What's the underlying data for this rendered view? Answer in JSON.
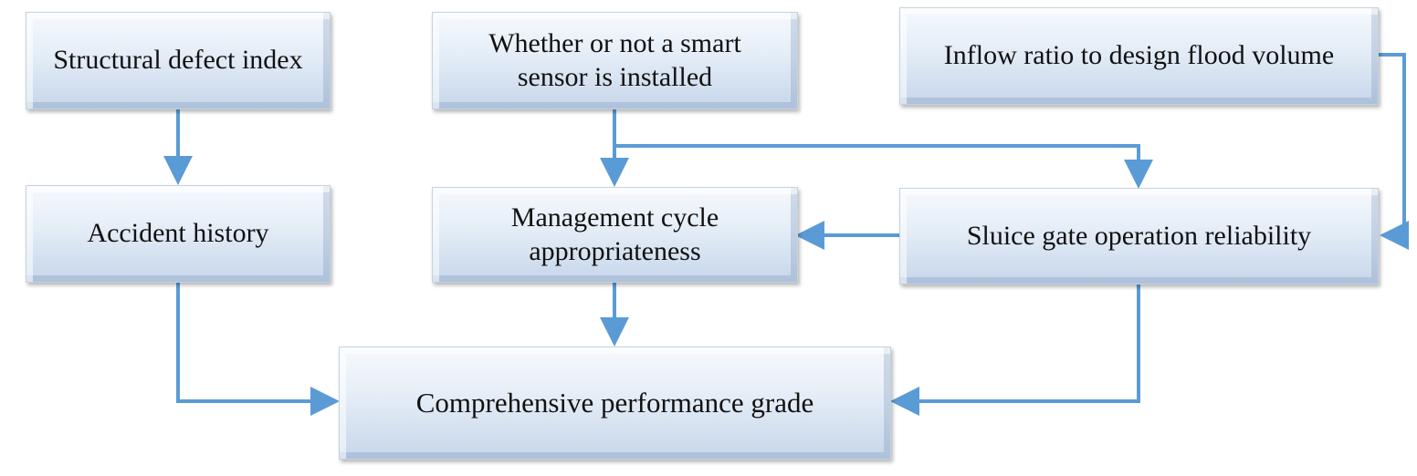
{
  "diagram": {
    "nodes": {
      "structural_defect": "Structural defect index",
      "smart_sensor_line1": "Whether or not a smart",
      "smart_sensor_line2": "sensor is installed",
      "inflow_ratio": "Inflow ratio to design flood volume",
      "accident_history": "Accident history",
      "management_line1": "Management cycle",
      "management_line2": "appropriateness",
      "sluice_gate": "Sluice gate operation reliability",
      "comprehensive": "Comprehensive performance grade"
    },
    "colors": {
      "arrow": "#5b9bd5",
      "node_top": "#f6f9fd",
      "node_bottom": "#c6d6ea",
      "text": "#111111"
    }
  }
}
